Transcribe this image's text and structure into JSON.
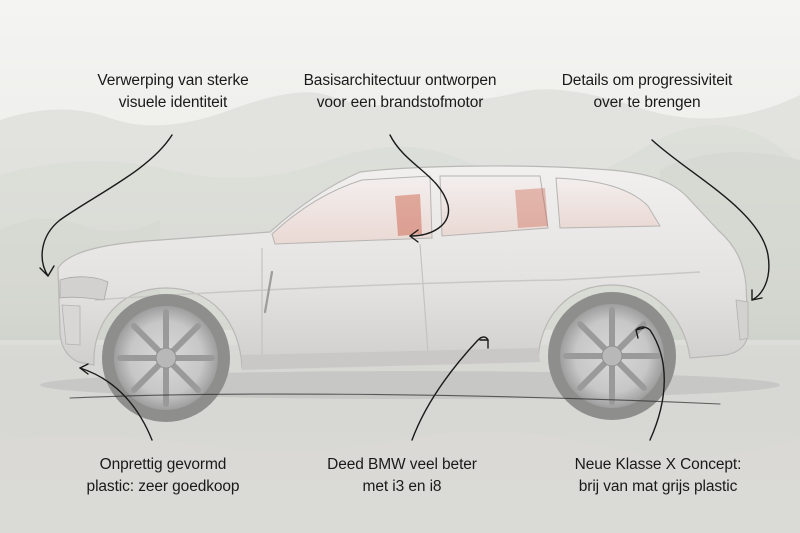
{
  "annotations": [
    {
      "id": "tl",
      "lines": [
        "Verwerping van sterke",
        "visuele identiteit"
      ]
    },
    {
      "id": "tc",
      "lines": [
        "Basisarchitectuur ontworpen",
        "voor een brandstofmotor"
      ]
    },
    {
      "id": "tr",
      "lines": [
        "Details om progressiviteit",
        "over te brengen"
      ]
    },
    {
      "id": "bl",
      "lines": [
        "Onprettig gevormd",
        "plastic: zeer goedkoop"
      ]
    },
    {
      "id": "bc",
      "lines": [
        "Deed BMW veel beter",
        "met i3 en i8"
      ]
    },
    {
      "id": "br",
      "lines": [
        "Neue Klasse X Concept:",
        "brij van mat grijs plastic"
      ]
    }
  ],
  "colors": {
    "ink": "#1a1a1a",
    "car_body": "#e8e7e6",
    "interior_accent": "#c9563f"
  }
}
